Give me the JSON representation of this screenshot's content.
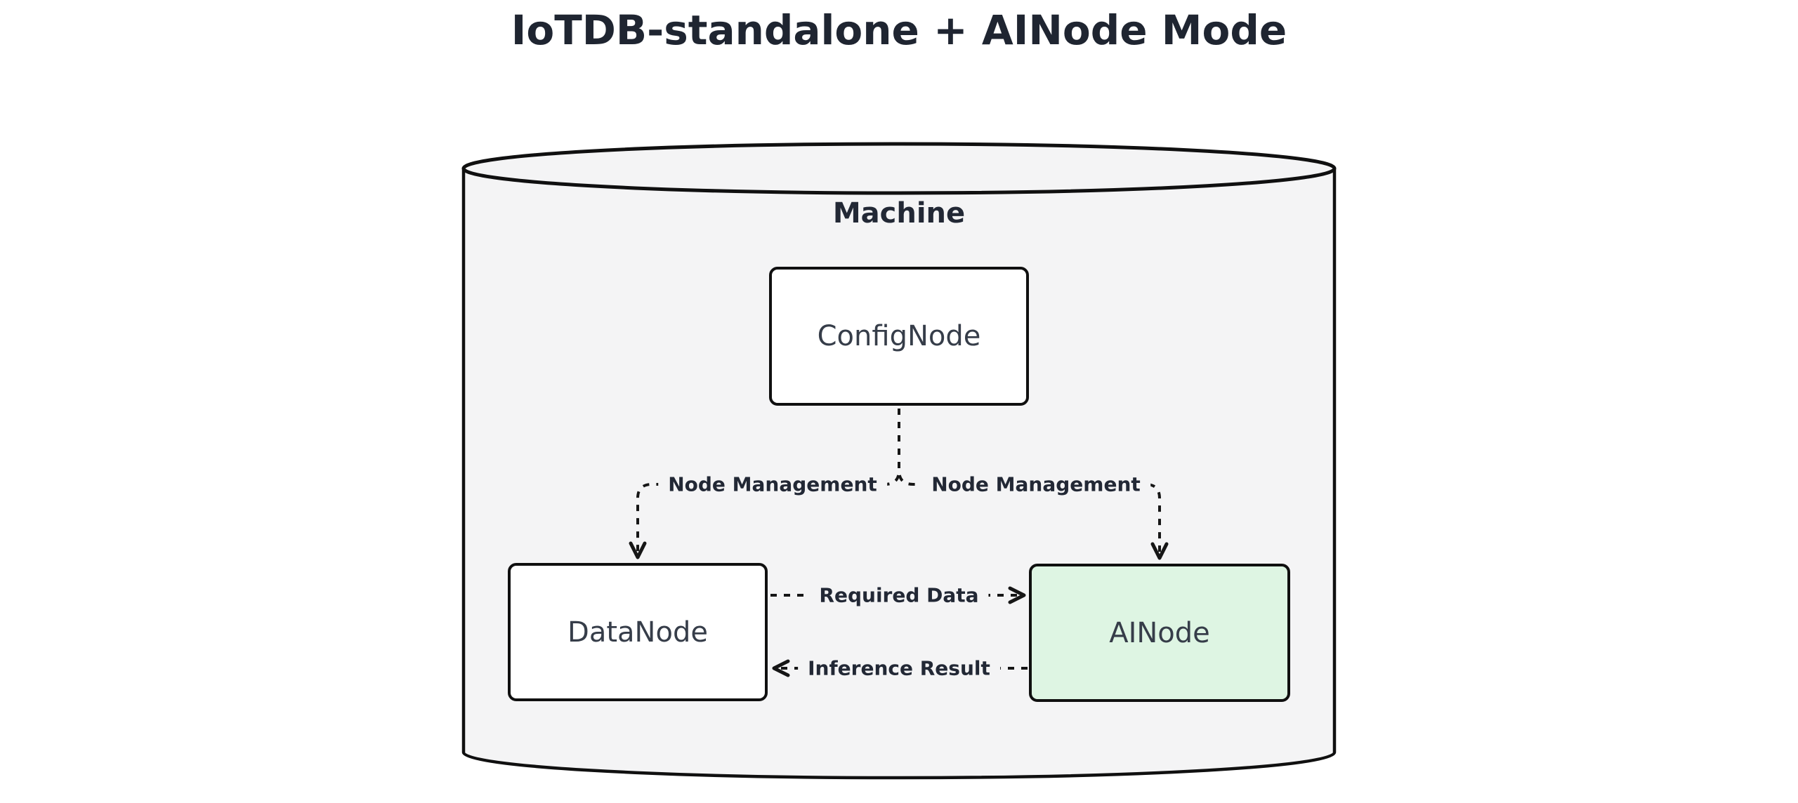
{
  "title": "IoTDB-standalone + AINode Mode",
  "diagram": {
    "type": "flowchart",
    "container_label": "Machine",
    "nodes": [
      {
        "id": "ConfigNode",
        "label": "ConfigNode",
        "fill": "#ffffff"
      },
      {
        "id": "DataNode",
        "label": "DataNode",
        "fill": "#ffffff"
      },
      {
        "id": "AINode",
        "label": "AINode",
        "fill": "#def5e3"
      }
    ],
    "edges": [
      {
        "from": "ConfigNode",
        "to": "DataNode",
        "label": "Node Management",
        "style": "dashed-arrow"
      },
      {
        "from": "ConfigNode",
        "to": "AINode",
        "label": "Node Management",
        "style": "dashed-arrow"
      },
      {
        "from": "DataNode",
        "to": "AINode",
        "label": "Required Data",
        "style": "dashed-arrow"
      },
      {
        "from": "AINode",
        "to": "DataNode",
        "label": "Inference Result",
        "style": "dashed-arrow"
      }
    ],
    "colors": {
      "container_fill": "#f4f4f5",
      "node_fill": "#ffffff",
      "ainode_fill": "#def5e3",
      "stroke": "#161616",
      "text": "#222835"
    }
  }
}
